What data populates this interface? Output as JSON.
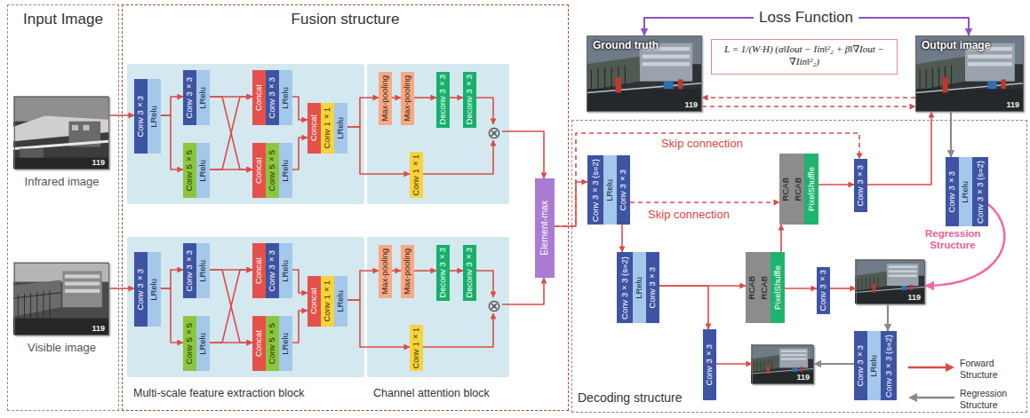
{
  "diagram": {
    "nodes": [
      {
        "text": [
          "Input Image"
        ]
      },
      {
        "text": [
          "Infrared image",
          "119"
        ],
        "in": 0
      },
      {
        "text": [
          "Visible image",
          "119"
        ],
        "in": 0
      },
      {
        "text": [
          "Fusion structure"
        ]
      },
      {
        "text": [
          "Conv 3×3"
        ],
        "in": 3
      },
      {
        "text": [
          "LRelu"
        ],
        "in": 3
      },
      {
        "text": [
          "Conv 3×3"
        ],
        "in": 3
      },
      {
        "text": [
          "LRelu"
        ],
        "in": 3
      },
      {
        "text": [
          "Conv 5×5"
        ],
        "in": 3
      },
      {
        "text": [
          "LRelu"
        ],
        "in": 3
      },
      {
        "text": [
          "Concat"
        ],
        "in": 3
      },
      {
        "text": [
          "Conv 3×3"
        ],
        "in": 3
      },
      {
        "text": [
          "LRelu"
        ],
        "in": 3
      },
      {
        "text": [
          "Concat"
        ],
        "in": 3
      },
      {
        "text": [
          "Conv 5×5"
        ],
        "in": 3
      },
      {
        "text": [
          "LRelu"
        ],
        "in": 3
      },
      {
        "text": [
          "Concat"
        ],
        "in": 3
      },
      {
        "text": [
          "Conv 1×1"
        ],
        "in": 3
      },
      {
        "text": [
          "LRelu"
        ],
        "in": 3
      },
      {
        "text": [
          "Max-pooling"
        ],
        "in": 3
      },
      {
        "text": [
          "Max-pooling"
        ],
        "in": 3
      },
      {
        "text": [
          "Deconv 3×3"
        ],
        "in": 3
      },
      {
        "text": [
          "Deconv 3×3"
        ],
        "in": 3
      },
      {
        "text": [
          "Conv 1×1"
        ],
        "in": 3
      },
      {
        "text": [
          "⊗"
        ],
        "in": 3
      },
      {
        "text": [
          "Conv 3×3"
        ],
        "in": 3
      },
      {
        "text": [
          "LRelu"
        ],
        "in": 3
      },
      {
        "text": [
          "Conv 3×3"
        ],
        "in": 3
      },
      {
        "text": [
          "LRelu"
        ],
        "in": 3
      },
      {
        "text": [
          "Conv 5×5"
        ],
        "in": 3
      },
      {
        "text": [
          "LRelu"
        ],
        "in": 3
      },
      {
        "text": [
          "Concat"
        ],
        "in": 3
      },
      {
        "text": [
          "Conv 3×3"
        ],
        "in": 3
      },
      {
        "text": [
          "LRelu"
        ],
        "in": 3
      },
      {
        "text": [
          "Concat"
        ],
        "in": 3
      },
      {
        "text": [
          "Conv 5×5"
        ],
        "in": 3
      },
      {
        "text": [
          "LRelu"
        ],
        "in": 3
      },
      {
        "text": [
          "Concat"
        ],
        "in": 3
      },
      {
        "text": [
          "Conv 1×1"
        ],
        "in": 3
      },
      {
        "text": [
          "LRelu"
        ],
        "in": 3
      },
      {
        "text": [
          "Max-pooling"
        ],
        "in": 3
      },
      {
        "text": [
          "Max-pooling"
        ],
        "in": 3
      },
      {
        "text": [
          "Deconv 3×3"
        ],
        "in": 3
      },
      {
        "text": [
          "Deconv 3×3"
        ],
        "in": 3
      },
      {
        "text": [
          "Conv 1×1"
        ],
        "in": 3
      },
      {
        "text": [
          "⊗"
        ],
        "in": 3
      },
      {
        "text": [
          "Element-max"
        ],
        "in": 3
      },
      {
        "text": [
          "Decoding structure"
        ]
      },
      {
        "text": [
          "Conv 3×3 (s=2)"
        ],
        "in": 47
      },
      {
        "text": [
          "LRelu"
        ],
        "in": 47
      },
      {
        "text": [
          "Conv 3×3"
        ],
        "in": 47
      },
      {
        "text": [
          "Conv 3×3 (s=2)"
        ],
        "in": 47
      },
      {
        "text": [
          "LRelu"
        ],
        "in": 47
      },
      {
        "text": [
          "Conv 3×3"
        ],
        "in": 47
      },
      {
        "text": [
          "Conv 3×3"
        ],
        "in": 47
      },
      {
        "text": [
          "RCAB"
        ],
        "in": 47
      },
      {
        "text": [
          "RCAB"
        ],
        "in": 47
      },
      {
        "text": [
          "PixelShuffle"
        ],
        "in": 47
      },
      {
        "text": [
          "RCAB"
        ],
        "in": 47
      },
      {
        "text": [
          "RCAB"
        ],
        "in": 47
      },
      {
        "text": [
          "PixelShuffle"
        ],
        "in": 47
      },
      {
        "text": [
          "Conv 3×3"
        ],
        "in": 47
      },
      {
        "text": [
          "Conv 3×3"
        ],
        "in": 47
      },
      {
        "text": [
          "119"
        ],
        "in": 47
      },
      {
        "text": [
          "119"
        ],
        "in": 47
      },
      {
        "text": [
          "Conv 3×3"
        ],
        "in": 47
      },
      {
        "text": [
          "LRelu"
        ],
        "in": 47
      },
      {
        "text": [
          "Conv 3×3 (s=2)"
        ],
        "in": 47
      },
      {
        "text": [
          "Conv 3×3"
        ],
        "in": 47
      },
      {
        "text": [
          "LRelu"
        ],
        "in": 47
      },
      {
        "text": [
          "Conv 3×3 (s=2)"
        ],
        "in": 47
      },
      {
        "text": [
          "Ground truth",
          "119"
        ]
      },
      {
        "text": [
          "L = 1/(W·H) (α‖Iout − Iin‖²₂ + β‖∇Iout − ∇Iin‖²₂)"
        ]
      },
      {
        "text": [
          "Output image",
          "119"
        ]
      }
    ],
    "edges": [
      {
        "from": 1,
        "to": 4,
        "arrow": "to"
      },
      {
        "from": 5,
        "to": 6,
        "arrow": "to"
      },
      {
        "from": 5,
        "to": 8,
        "arrow": "to"
      },
      {
        "from": 7,
        "to": 10,
        "arrow": "to"
      },
      {
        "from": 7,
        "to": 13,
        "arrow": "to"
      },
      {
        "from": 9,
        "to": 10,
        "arrow": "to"
      },
      {
        "from": 9,
        "to": 13,
        "arrow": "to"
      },
      {
        "from": 12,
        "to": 16,
        "arrow": "to"
      },
      {
        "from": 15,
        "to": 16,
        "arrow": "to"
      },
      {
        "from": 18,
        "to": 19,
        "arrow": "to"
      },
      {
        "from": 18,
        "to": 23,
        "arrow": "to"
      },
      {
        "from": 19,
        "to": 20,
        "arrow": "to"
      },
      {
        "from": 20,
        "to": 21,
        "arrow": "to"
      },
      {
        "from": 21,
        "to": 22,
        "arrow": "to"
      },
      {
        "from": 22,
        "to": 24,
        "arrow": "to"
      },
      {
        "from": 23,
        "to": 24,
        "arrow": "to"
      },
      {
        "from": 24,
        "to": 46,
        "arrow": "to"
      },
      {
        "from": 2,
        "to": 25,
        "arrow": "to"
      },
      {
        "from": 26,
        "to": 27,
        "arrow": "to"
      },
      {
        "from": 26,
        "to": 29,
        "arrow": "to"
      },
      {
        "from": 28,
        "to": 31,
        "arrow": "to"
      },
      {
        "from": 28,
        "to": 34,
        "arrow": "to"
      },
      {
        "from": 30,
        "to": 31,
        "arrow": "to"
      },
      {
        "from": 30,
        "to": 34,
        "arrow": "to"
      },
      {
        "from": 33,
        "to": 37,
        "arrow": "to"
      },
      {
        "from": 36,
        "to": 37,
        "arrow": "to"
      },
      {
        "from": 39,
        "to": 40,
        "arrow": "to"
      },
      {
        "from": 39,
        "to": 44,
        "arrow": "to"
      },
      {
        "from": 40,
        "to": 41,
        "arrow": "to"
      },
      {
        "from": 41,
        "to": 42,
        "arrow": "to"
      },
      {
        "from": 42,
        "to": 43,
        "arrow": "to"
      },
      {
        "from": 43,
        "to": 45,
        "arrow": "to"
      },
      {
        "from": 44,
        "to": 45,
        "arrow": "to"
      },
      {
        "from": 45,
        "to": 46,
        "arrow": "to"
      },
      {
        "from": 46,
        "to": 48,
        "arrow": "to"
      },
      {
        "from": 46,
        "to": 61,
        "arrow": "to",
        "label": "Skip connection"
      },
      {
        "from": 50,
        "to": 51,
        "arrow": "to"
      },
      {
        "from": 50,
        "to": 55,
        "arrow": "to",
        "label": "Skip connection"
      },
      {
        "from": 53,
        "to": 58,
        "arrow": "to"
      },
      {
        "from": 53,
        "to": 54,
        "arrow": "to"
      },
      {
        "from": 60,
        "to": 55,
        "arrow": "to"
      },
      {
        "from": 60,
        "to": 62,
        "arrow": "to"
      },
      {
        "from": 62,
        "to": 63,
        "arrow": "to"
      },
      {
        "from": 57,
        "to": 61,
        "arrow": "to"
      },
      {
        "from": 61,
        "to": 73,
        "arrow": "to"
      },
      {
        "from": 54,
        "to": 64,
        "arrow": "to"
      },
      {
        "from": 73,
        "to": 65,
        "arrow": "to"
      },
      {
        "from": 67,
        "to": 63,
        "arrow": "to",
        "label": "Regression Structure"
      },
      {
        "from": 63,
        "to": 70,
        "arrow": "to"
      },
      {
        "from": 68,
        "to": 64,
        "arrow": "to"
      },
      {
        "from": 71,
        "to": 73,
        "arrow": "both",
        "label": "Loss Function"
      },
      {
        "from": 73,
        "to": 71,
        "arrow": "to"
      },
      {
        "from": 71,
        "to": 73,
        "arrow": "to"
      }
    ],
    "labels": [
      "Multi-scale feature extraction block",
      "Channel attention block"
    ],
    "legend": [
      {
        "text": "Forward Structure"
      },
      {
        "text": "Regression Structure"
      }
    ]
  }
}
